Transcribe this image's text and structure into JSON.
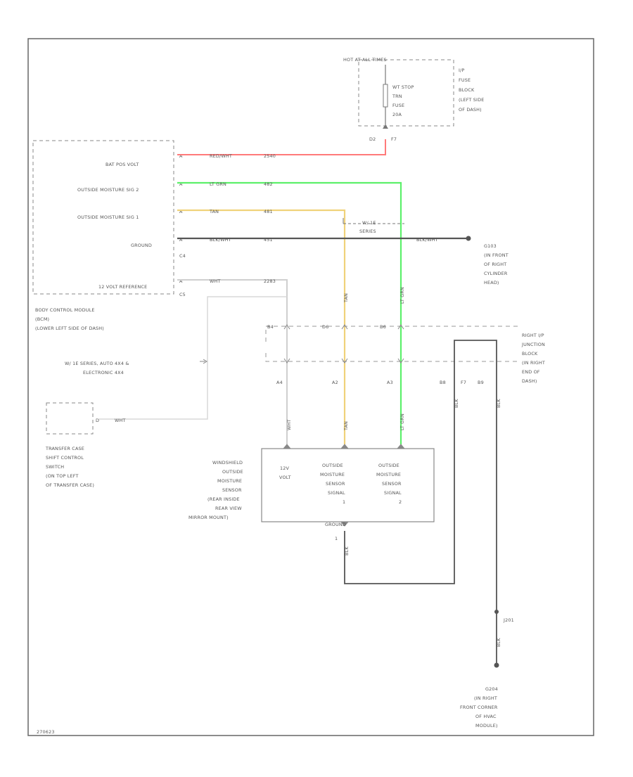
{
  "diagram": {
    "fuse_block": {
      "header": "HOT AT ALL TIMES",
      "fuse_label": [
        "WT STOP",
        "TRN",
        "FUSE",
        "20A"
      ],
      "location": [
        "I/P",
        "FUSE",
        "BLOCK",
        "(LEFT SIDE",
        "OF DASH)"
      ],
      "pin_left": "D2",
      "pin_right": "F7"
    },
    "bcm": {
      "pins": [
        {
          "label": "BAT POS VOLT",
          "pin": "A"
        },
        {
          "label": "OUTSIDE MOISTURE SIG 2",
          "pin": "A"
        },
        {
          "label": "OUTSIDE MOISTURE SIG 1",
          "pin": "A"
        },
        {
          "label": "GROUND",
          "pin": "A",
          "sub": "C4"
        },
        {
          "label": "12 VOLT REFERENCE",
          "pin": "A",
          "sub": "C5"
        }
      ],
      "location": [
        "BODY CONTROL MODULE",
        "(BCM)",
        "(LOWER LEFT SIDE OF DASH)"
      ]
    },
    "wires": {
      "red": {
        "color_code": "RED/WHT",
        "circuit": "2540",
        "color": "#ff7a7a"
      },
      "green": {
        "color_code": "LT GRN",
        "circuit": "482",
        "color": "#5cf06a"
      },
      "yellow": {
        "color_code": "TAN",
        "circuit": "481",
        "color": "#f0d27a"
      },
      "black": {
        "color_code": "BLK/WHT",
        "circuit": "451",
        "color": "#555555"
      },
      "ref": {
        "color_code": "WHT",
        "circuit": "2283",
        "color": "#d8d8d8"
      },
      "ground_right": "BLK/WHT",
      "vertical_yellow": "TAN",
      "vertical_green": "LT GRN",
      "vertical_ref": "WHT",
      "ground_wire": "BLK"
    },
    "splice_note": [
      "W/ 1E",
      "SERIES"
    ],
    "ground_g103": [
      "G103",
      "(IN FRONT",
      "OF RIGHT",
      "CYLINDER",
      "HEAD)"
    ],
    "junction_block": {
      "pins_top": [
        "B4",
        "D6",
        "B6"
      ],
      "pins_bottom": [
        "A4",
        "A2",
        "A3",
        "B8",
        "F7",
        "B9"
      ],
      "location": [
        "RIGHT I/P",
        "JUNCTION",
        "BLOCK",
        "(IN RIGHT",
        "END OF",
        "DASH)"
      ]
    },
    "series_note": [
      "W/ 1E SERIES, AUTO 4X4 &",
      "ELECTRONIC 4X4"
    ],
    "transfer_case": {
      "label": [
        "TRANSFER CASE",
        "SHIFT CONTROL",
        "SWITCH",
        "(ON TOP LEFT",
        "OF TRANSFER CASE)"
      ],
      "pin": "D",
      "wire": "WHT"
    },
    "sensor": {
      "name": [
        "WINDSHIELD",
        "OUTSIDE",
        "MOISTURE",
        "SENSOR",
        "(REAR INSIDE",
        "REAR VIEW",
        "MIRROR MOUNT)"
      ],
      "terminals": [
        {
          "lines": [
            "12V",
            "VOLT"
          ]
        },
        {
          "lines": [
            "OUTSIDE",
            "MOISTURE",
            "SENSOR",
            "SIGNAL",
            "1"
          ]
        },
        {
          "lines": [
            "OUTSIDE",
            "MOISTURE",
            "SENSOR",
            "SIGNAL",
            "2"
          ]
        }
      ],
      "ground_label": "GROUND",
      "ground_pin": "1"
    },
    "ground_g201": {
      "splice": "J201",
      "label": [
        "G204",
        "(IN RIGHT",
        "FRONT CORNER",
        "OF HVAC",
        "MODULE)"
      ]
    },
    "footer_code": "270623"
  }
}
